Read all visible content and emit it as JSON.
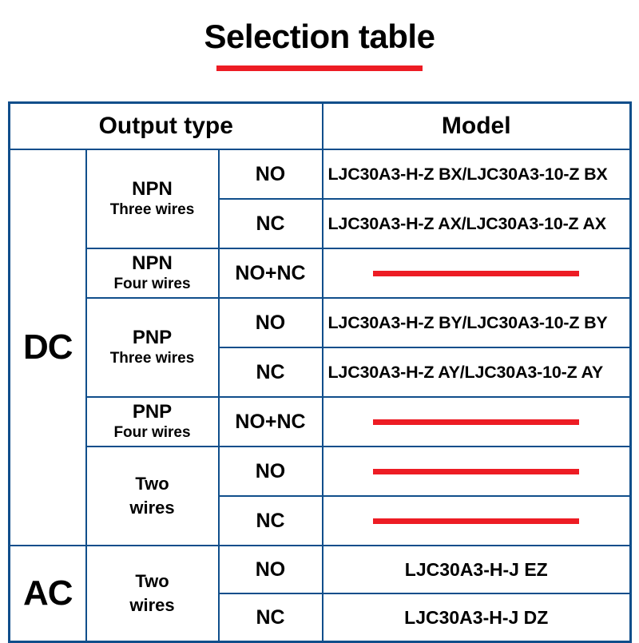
{
  "page": {
    "title": "Selection table",
    "accent_red": "#ED1C24",
    "border_blue": "#104E8B"
  },
  "table": {
    "headers": {
      "output_type": "Output type",
      "model": "Model"
    },
    "groups": [
      {
        "supply": "DC",
        "blocks": [
          {
            "wire_main": "NPN",
            "wire_sub": "Three wires",
            "rows": [
              {
                "contact": "NO",
                "model": "LJC30A3-H-Z BX/LJC30A3-10-Z BX",
                "model_kind": "text",
                "align": "left"
              },
              {
                "contact": "NC",
                "model": "LJC30A3-H-Z AX/LJC30A3-10-Z AX",
                "model_kind": "text",
                "align": "left"
              }
            ]
          },
          {
            "wire_main": "NPN",
            "wire_sub": "Four wires",
            "rows": [
              {
                "contact": "NO+NC",
                "model": "",
                "model_kind": "bar",
                "align": "center"
              }
            ]
          },
          {
            "wire_main": "PNP",
            "wire_sub": "Three wires",
            "rows": [
              {
                "contact": "NO",
                "model": "LJC30A3-H-Z BY/LJC30A3-10-Z BY",
                "model_kind": "text",
                "align": "left"
              },
              {
                "contact": "NC",
                "model": "LJC30A3-H-Z AY/LJC30A3-10-Z AY",
                "model_kind": "text",
                "align": "left"
              }
            ]
          },
          {
            "wire_main": "PNP",
            "wire_sub": "Four wires",
            "rows": [
              {
                "contact": "NO+NC",
                "model": "",
                "model_kind": "bar",
                "align": "center"
              }
            ]
          },
          {
            "wire_line1": "Two",
            "wire_line2": "wires",
            "rows": [
              {
                "contact": "NO",
                "model": "",
                "model_kind": "bar",
                "align": "center"
              },
              {
                "contact": "NC",
                "model": "",
                "model_kind": "bar",
                "align": "center"
              }
            ]
          }
        ]
      },
      {
        "supply": "AC",
        "blocks": [
          {
            "wire_line1": "Two",
            "wire_line2": "wires",
            "rows": [
              {
                "contact": "NO",
                "model": "LJC30A3-H-J EZ",
                "model_kind": "text",
                "align": "center"
              },
              {
                "contact": "NC",
                "model": "LJC30A3-H-J DZ",
                "model_kind": "text",
                "align": "center"
              }
            ]
          }
        ]
      }
    ]
  }
}
